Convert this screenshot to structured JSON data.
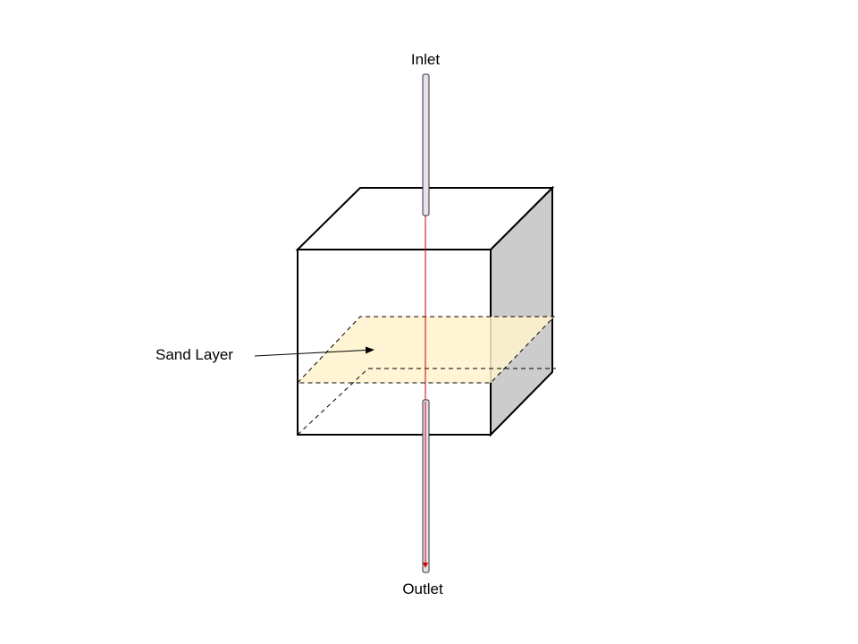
{
  "labels": {
    "inlet": "Inlet",
    "outlet": "Outlet",
    "sand_layer": "Sand Layer"
  },
  "colors": {
    "background": "#ffffff",
    "outline": "#000000",
    "side_face": "#cccccc",
    "sand_fill": "#fff2cc",
    "pipe_fill": "#e8e0ec",
    "pipe_stroke": "#333333",
    "flow_line": "#cc0000"
  }
}
